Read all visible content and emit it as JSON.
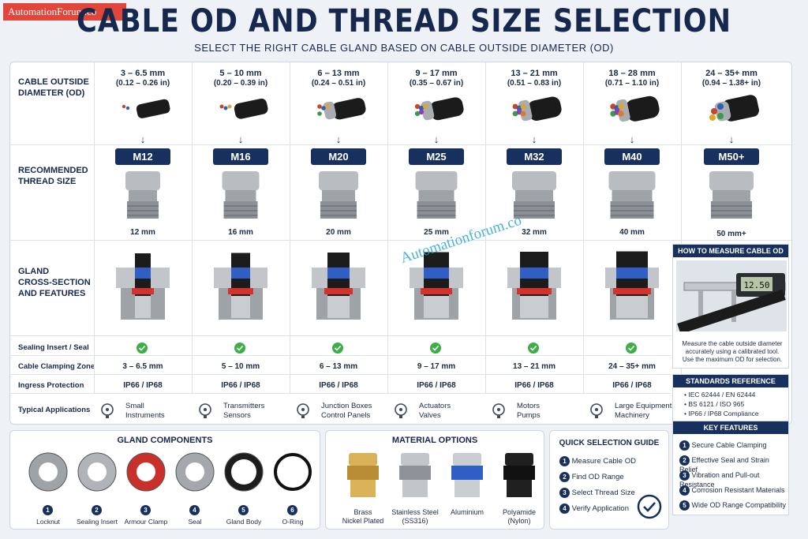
{
  "watermark": "AutomationForum.co",
  "watermark_mid": "Automationforum.co",
  "title": "CABLE OD AND THREAD SIZE SELECTION",
  "subtitle": "SELECT THE RIGHT CABLE GLAND BASED ON CABLE OUTSIDE DIAMETER (OD)",
  "row_labels": {
    "od": "CABLE OUTSIDE\nDIAMETER (OD)",
    "thread": "RECOMMENDED\nTHREAD SIZE",
    "cross": "GLAND\nCROSS-SECTION\nAND FEATURES",
    "seal": "Sealing Insert / Seal",
    "clamp": "Cable Clamping Zone",
    "ip": "Ingress Protection",
    "apps": "Typical Applications"
  },
  "columns": [
    {
      "od": "3 – 6.5 mm",
      "od_in": "(0.12 – 0.26 in)",
      "thread": "M12",
      "thread_mm": "12 mm",
      "clamp": "3 – 6.5 mm",
      "ip": "IP66 / IP68",
      "app_line1": "Small",
      "app_line2": "Instruments",
      "app_icon": "instrument-icon"
    },
    {
      "od": "5 – 10 mm",
      "od_in": "(0.20 – 0.39 in)",
      "thread": "M16",
      "thread_mm": "16 mm",
      "clamp": "5 – 10 mm",
      "ip": "IP66 / IP68",
      "app_line1": "Transmitters",
      "app_line2": "Sensors",
      "app_icon": "transmitter-icon"
    },
    {
      "od": "6 – 13 mm",
      "od_in": "(0.24 – 0.51 in)",
      "thread": "M20",
      "thread_mm": "20 mm",
      "clamp": "6 – 13 mm",
      "ip": "IP66 / IP68",
      "app_line1": "Junction Boxes",
      "app_line2": "Control Panels",
      "app_icon": "junction-box-icon"
    },
    {
      "od": "9 – 17 mm",
      "od_in": "(0.35 – 0.67 in)",
      "thread": "M25",
      "thread_mm": "25 mm",
      "clamp": "9 – 17 mm",
      "ip": "IP66 / IP68",
      "app_line1": "Actuators",
      "app_line2": "Valves",
      "app_icon": "valve-icon"
    },
    {
      "od": "13 – 21 mm",
      "od_in": "(0.51 – 0.83 in)",
      "thread": "M32",
      "thread_mm": "32 mm",
      "clamp": "13 – 21 mm",
      "ip": "IP66 / IP68",
      "app_line1": "Motors",
      "app_line2": "Pumps",
      "app_icon": "motor-icon"
    },
    {
      "od": "18 – 28 mm",
      "od_in": "(0.71 – 1.10 in)",
      "thread": "M40",
      "thread_mm": "40 mm",
      "clamp": "24 – 35+ mm",
      "ip": "IP66 / IP68",
      "app_line1": "Large Equipment",
      "app_line2": "Machinery",
      "app_icon": "machinery-icon"
    }
  ],
  "last_column": {
    "od": "24 – 35+ mm",
    "od_in": "(0.94 – 1.38+ in)",
    "thread": "M50+",
    "thread_mm": "50 mm+"
  },
  "how_to": {
    "title": "HOW TO MEASURE CABLE OD",
    "reading": "12.50",
    "text": "Measure the cable outside diameter accurately using a calibrated tool. Use the maximum OD for selection."
  },
  "standards": {
    "title": "STANDARDS REFERENCE",
    "items": [
      "IEC 62444 / EN 62444",
      "BS 6121 / ISO 965",
      "IP66 / IP68 Compliance"
    ]
  },
  "features": {
    "title": "KEY FEATURES",
    "items": [
      "Secure Cable Clamping",
      "Effective Seal and Strain Relief",
      "Vibration and Pull-out Resistance",
      "Corrosion Resistant Materials",
      "Wide OD Range Compatibility"
    ]
  },
  "components": {
    "title": "GLAND COMPONENTS",
    "items": [
      {
        "n": "1",
        "label": "Locknut"
      },
      {
        "n": "2",
        "label": "Sealing Insert"
      },
      {
        "n": "3",
        "label": "Armour Clamp"
      },
      {
        "n": "4",
        "label": "Seal"
      },
      {
        "n": "5",
        "label": "Gland Body"
      },
      {
        "n": "6",
        "label": "O-Ring"
      }
    ]
  },
  "materials": {
    "title": "MATERIAL OPTIONS",
    "items": [
      {
        "line1": "Brass",
        "line2": "Nickel Plated"
      },
      {
        "line1": "Stainless Steel",
        "line2": "(SS316)"
      },
      {
        "line1": "Aluminium",
        "line2": ""
      },
      {
        "line1": "Polyamide",
        "line2": "(Nylon)"
      }
    ]
  },
  "quick": {
    "title": "QUICK SELECTION GUIDE",
    "items": [
      "Measure Cable OD",
      "Find OD Range",
      "Select Thread Size",
      "Verify Application"
    ]
  },
  "colors": {
    "navy": "#17305d",
    "check": "#3fae49",
    "seal_red": "#d6322b",
    "seal_blue": "#2f5fc4"
  }
}
